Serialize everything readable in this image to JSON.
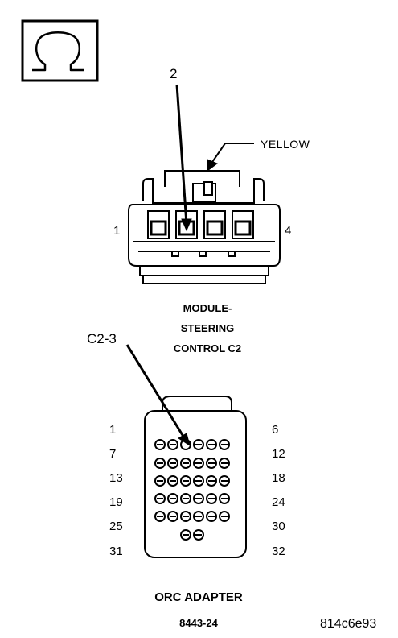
{
  "symbol": {
    "icon": "ohm-icon"
  },
  "connector_c2": {
    "callout": "2",
    "color_label": "YELLOW",
    "pin_left": "1",
    "pin_right": "4",
    "caption": [
      "MODULE-",
      "STEERING",
      "CONTROL C2"
    ]
  },
  "orc_adapter": {
    "callout": "C2-3",
    "row_labels_left": [
      "1",
      "7",
      "13",
      "19",
      "25",
      "31"
    ],
    "row_labels_right": [
      "6",
      "12",
      "18",
      "24",
      "30",
      "32"
    ],
    "caption": "ORC ADAPTER",
    "part_number": "8443-24"
  },
  "image_id": "814c6e93"
}
